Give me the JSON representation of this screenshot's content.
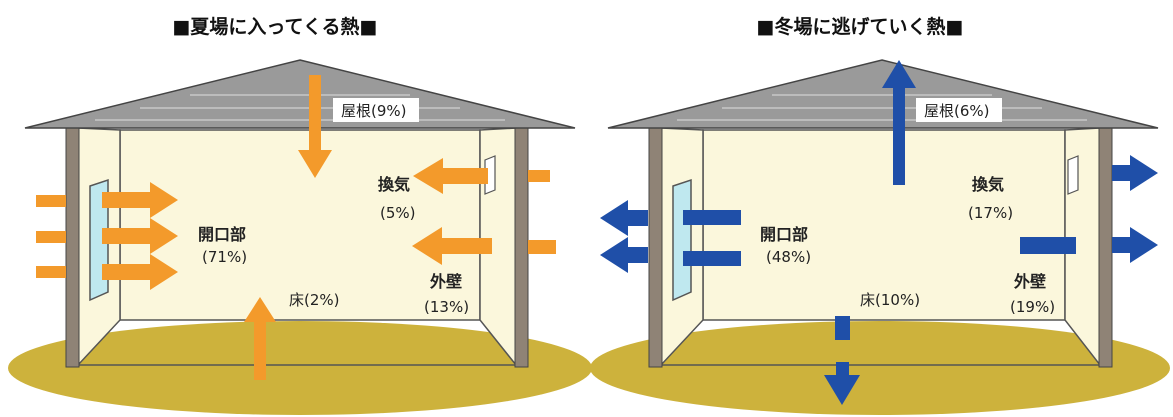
{
  "summer": {
    "title": "■夏場に入ってくる熱■",
    "roof": "屋根(9%)",
    "ventilation_name": "換気",
    "ventilation_pct": "(5%)",
    "openings_name": "開口部",
    "openings_pct": "(71%)",
    "floor": "床(2%)",
    "wall_name": "外壁",
    "wall_pct": "(13%)",
    "arrow_color": "#f39a2b"
  },
  "winter": {
    "title": "■冬場に逃げていく熱■",
    "roof": "屋根(6%)",
    "ventilation_name": "換気",
    "ventilation_pct": "(17%)",
    "openings_name": "開口部",
    "openings_pct": "(48%)",
    "floor": "床(10%)",
    "wall_name": "外壁",
    "wall_pct": "(19%)",
    "arrow_color": "#1f4fa8"
  },
  "colors": {
    "roof": "#9a9a9a",
    "wall_cream": "#fbf7dc",
    "pillar": "#8f8376",
    "ground": "#cdb23c",
    "window": "#bfe8ef"
  }
}
